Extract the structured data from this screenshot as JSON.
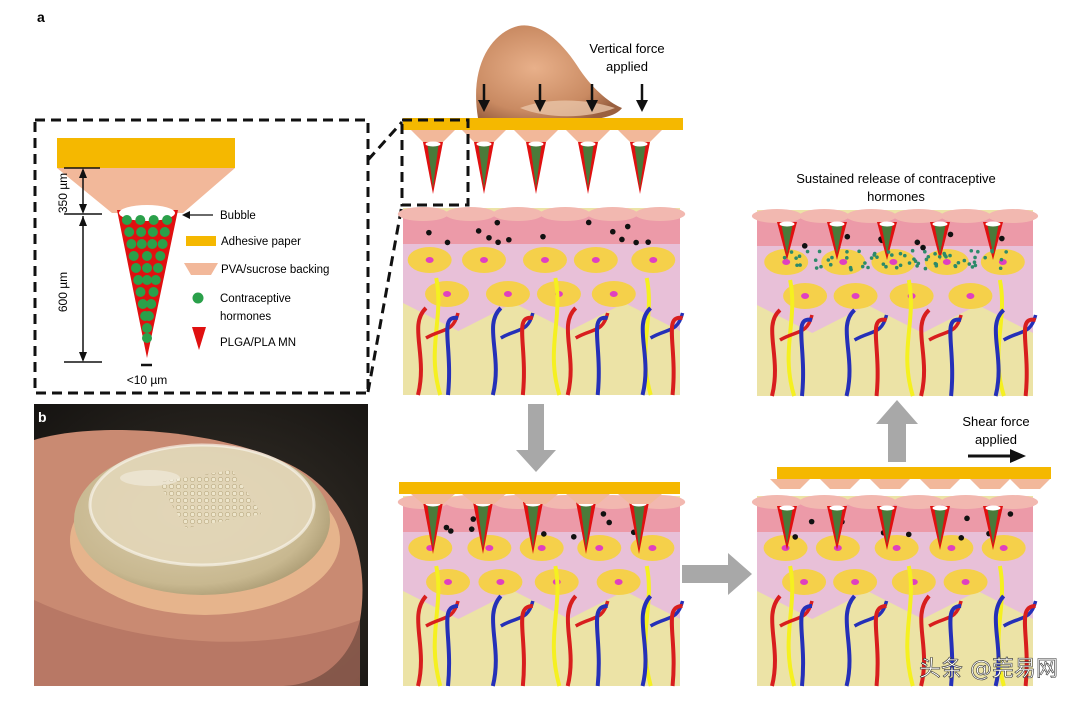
{
  "panel_a": {
    "letter": "a",
    "vertical_force": [
      "Vertical force",
      "applied"
    ],
    "sustained_release": [
      "Sustained release of contraceptive",
      "hormones"
    ],
    "shear_force": [
      "Shear force",
      "applied"
    ]
  },
  "inset": {
    "dim_350": "350 µm",
    "dim_600": "600 µm",
    "dim_tip": "<10 µm",
    "legend": {
      "bubble": "Bubble",
      "adhesive": "Adhesive paper",
      "backing": "PVA/sucrose backing",
      "hormones_1": "Contraceptive",
      "hormones_2": "hormones",
      "mn": "PLGA/PLA MN"
    }
  },
  "panel_b": {
    "letter": "b"
  },
  "watermark": "头条 @莞易网",
  "colors": {
    "adhesive": "#f5b800",
    "backing": "#f2b89a",
    "needle": "#e01010",
    "hormone": "#2aa04a",
    "epidermis": "#ec9aa8",
    "dermis": "#e8c0d8",
    "cell": "#f5d04a",
    "base": "#ece3a6",
    "vessel_red": "#d81e1e",
    "vessel_blue": "#2530b8",
    "nerve": "#f5f020",
    "arrow_grey": "#a8a8a8"
  }
}
